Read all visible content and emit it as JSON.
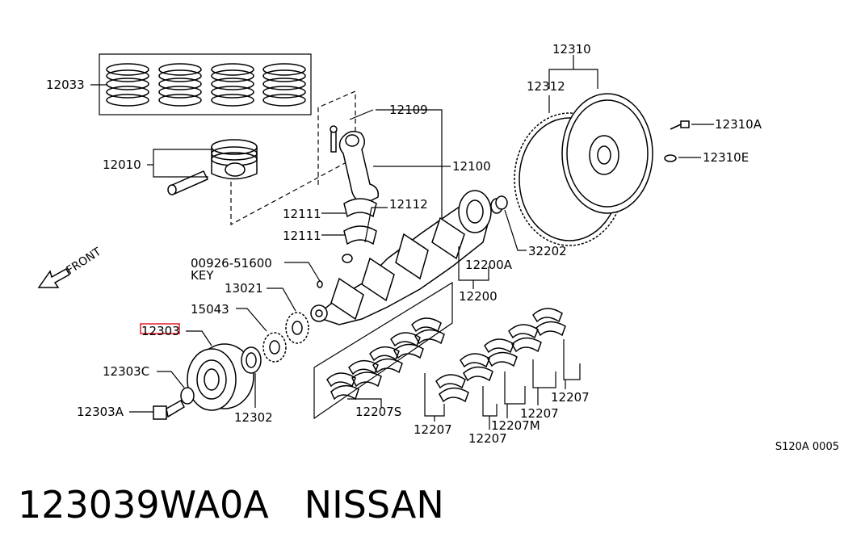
{
  "diagram": {
    "labels": {
      "p12033": "12033",
      "p12010": "12010",
      "p12109": "12109",
      "p12100": "12100",
      "p12112": "12112",
      "p12111a": "12111",
      "p12111b": "12111",
      "p12310": "12310",
      "p12312": "12312",
      "p12310A": "12310A",
      "p12310E": "12310E",
      "p32202": "32202",
      "p12200A": "12200A",
      "p12200": "12200",
      "p00926": "00926-51600",
      "key": "KEY",
      "p13021": "13021",
      "p15043": "15043",
      "p12303": "12303",
      "p12303C": "12303C",
      "p12303A": "12303A",
      "p12302": "12302",
      "p12207S": "12207S",
      "p12207a": "12207",
      "p12207b": "12207",
      "p12207c": "12207",
      "p12207M": "12207M",
      "p12207d": "12207",
      "front": "FRONT"
    },
    "highlight_color": "#e0192a"
  },
  "ref_code": "S120A 0005",
  "caption": {
    "part_number": "123039WA0A",
    "brand": "NISSAN"
  }
}
